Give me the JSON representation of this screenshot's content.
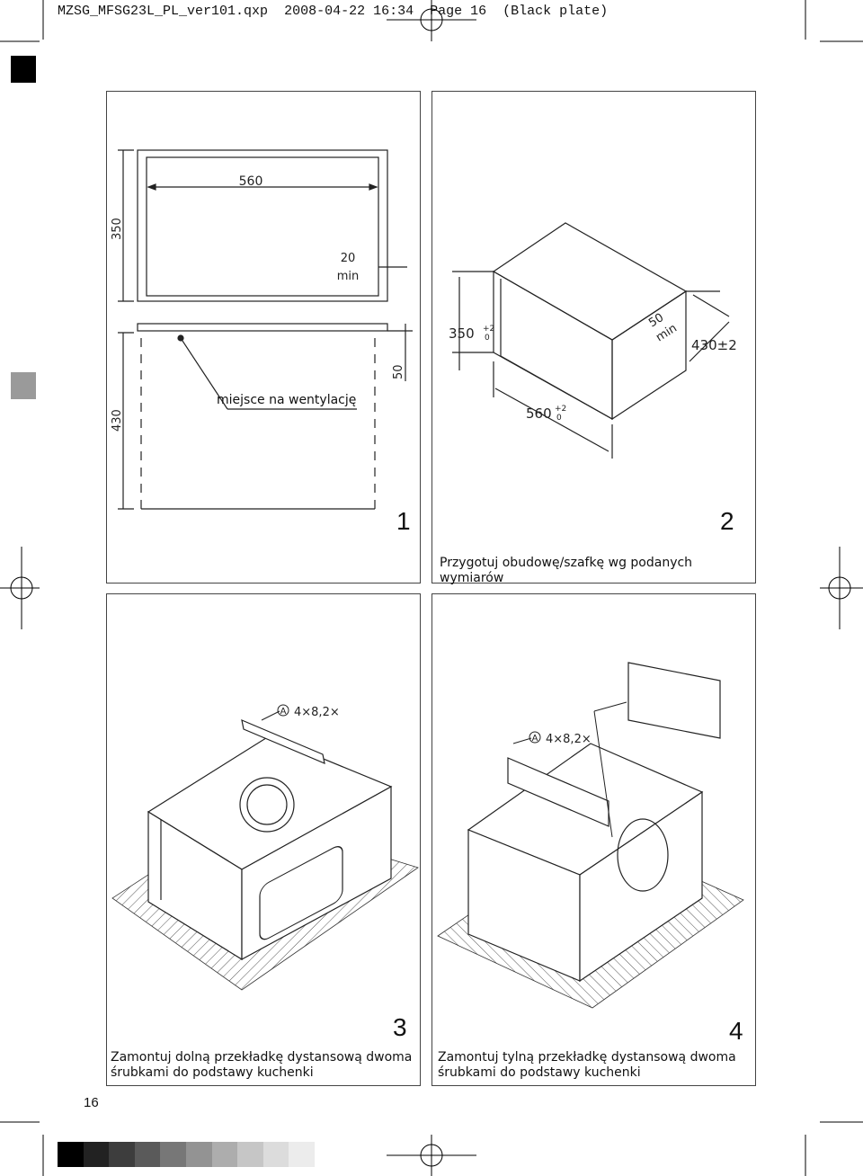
{
  "header": {
    "file": "MZSG_MFSG23L_PL_ver101.qxp",
    "date": "2008-04-22",
    "time": "16:34",
    "page": "Page 16",
    "plate": "(Black plate)"
  },
  "panel1": {
    "number": "1",
    "dim_width": "560",
    "dim_height": "350",
    "dim_gap_value": "20",
    "dim_gap_unit": "min",
    "dim_lower_height": "430",
    "dim_lower_gap": "50",
    "vent_label": "miejsce na wentylację"
  },
  "panel2": {
    "number": "2",
    "dim_height": "350",
    "dim_width": "560",
    "tol_plus": "+2",
    "tol_zero": "0",
    "dim_depth": "430±2",
    "dim_gap_value": "50",
    "dim_gap_unit": "min",
    "caption": "Przygotuj obudowę/szafkę wg podanych wymiarów"
  },
  "panel3": {
    "number": "3",
    "screw_label": "A",
    "screw_spec": "4×8,2×",
    "caption_line1": "Zamontuj dolną przekładkę dystansową dwoma",
    "caption_line2": "śrubkami do podstawy kuchenki"
  },
  "panel4": {
    "number": "4",
    "screw_label": "A",
    "screw_spec": "4×8,2×",
    "caption_line1": "Zamontuj tylną przekładkę dystansową dwoma",
    "caption_line2": "śrubkami do podstawy kuchenki"
  },
  "footer": {
    "page_number": "16",
    "gray_strip": [
      "#000000",
      "#222222",
      "#3d3d3d",
      "#5a5a5a",
      "#777777",
      "#939393",
      "#adadad",
      "#c6c6c6",
      "#dcdcdc",
      "#ececec"
    ]
  }
}
